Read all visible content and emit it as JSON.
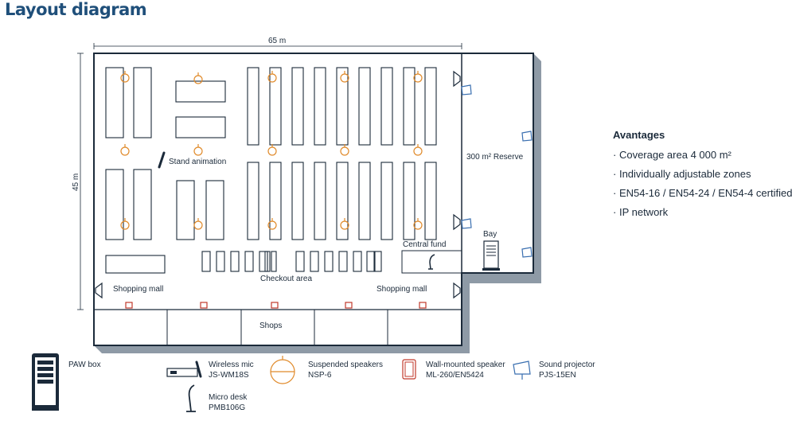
{
  "title": "Layout diagram",
  "dimensions": {
    "width_label": "65 m",
    "height_label": "45 m"
  },
  "labels": {
    "stand_animation": "Stand animation",
    "reserve": "300 m² Reserve",
    "bay": "Bay",
    "central_fund": "Central fund",
    "checkout_area": "Checkout area",
    "shopping_mall_left": "Shopping mall",
    "shopping_mall_right": "Shopping mall",
    "shops": "Shops"
  },
  "advantages": {
    "title": "Avantages",
    "items": [
      "Coverage area 4 000 m²",
      "Individually adjustable zones",
      "EN54-16 / EN54-24 / EN54-4 certified",
      "IP network"
    ]
  },
  "legend": [
    {
      "name": "PAW box",
      "model": "",
      "icon": "rack-cabinet-icon"
    },
    {
      "name": "Wireless mic",
      "model": "JS-WM18S",
      "icon": "wireless-mic-icon"
    },
    {
      "name": "Micro desk",
      "model": "PMB106G",
      "icon": "desk-microphone-icon"
    },
    {
      "name": "Suspended speakers",
      "model": "NSP-6",
      "icon": "suspended-speaker-icon"
    },
    {
      "name": "Wall-mounted speaker",
      "model": "ML-260/EN5424",
      "icon": "wall-speaker-icon"
    },
    {
      "name": "Sound projector",
      "model": "PJS-15EN",
      "icon": "sound-projector-icon"
    }
  ],
  "colors": {
    "title": "#1f4f7a",
    "outline": "#1b2a3a",
    "speaker": "#e08a2a",
    "wall_speaker": "#c0392b",
    "projector": "#3a6fb0",
    "shadow": "#8e9aa6"
  }
}
